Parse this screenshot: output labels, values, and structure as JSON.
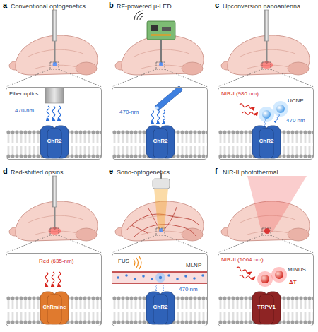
{
  "diagram": {
    "nodes": [
      {
        "text": [
          "Fiber optics",
          "470-nm"
        ]
      },
      {
        "text": [
          "ChR2"
        ],
        "in": 0
      },
      {
        "text": [
          "470-nm"
        ]
      },
      {
        "text": [
          "ChR2"
        ],
        "in": 2
      },
      {
        "text": [
          "NIR-I (980 nm)",
          "UCNP",
          "470 nm"
        ]
      },
      {
        "text": [
          "ChR2"
        ],
        "in": 4
      },
      {
        "text": [
          "Red (635-nm)"
        ]
      },
      {
        "text": [
          "ChRmine"
        ],
        "in": 6
      },
      {
        "text": [
          "FUS",
          "MLNP",
          "470 nm"
        ]
      },
      {
        "text": [
          "ChR2"
        ],
        "in": 8
      },
      {
        "text": [
          "NIR-II (1064 nm)",
          "MINDS",
          "ΔT"
        ]
      },
      {
        "text": [
          "TRPV1"
        ],
        "in": 10
      }
    ],
    "labels": [
      "a",
      "Conventional optogenetics",
      "b",
      "RF-powered μ-LED",
      "c",
      "Upconversion nanoantenna",
      "d",
      "Red-shifted opsins",
      "e",
      "Sono-optogenetics",
      "f",
      "NIR-II photothermal"
    ]
  }
}
